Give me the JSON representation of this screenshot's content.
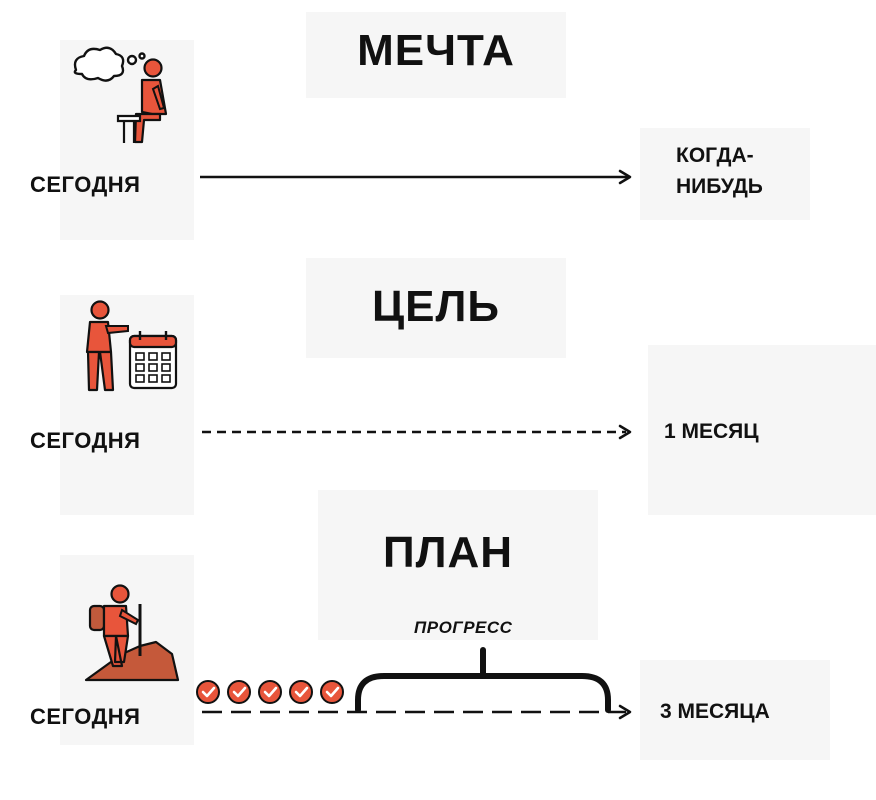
{
  "colors": {
    "accent": "#e8553b",
    "ink": "#111111"
  },
  "rows": [
    {
      "title": "МЕЧТА",
      "start": "СЕГОДНЯ",
      "end_lines": [
        "КОГДА-",
        "НИБУДЬ"
      ],
      "icon": "dreaming-person-icon",
      "line": "solid"
    },
    {
      "title": "ЦЕЛЬ",
      "start": "СЕГОДНЯ",
      "end_lines": [
        "1 МЕСЯЦ"
      ],
      "icon": "person-calendar-icon",
      "line": "dashed"
    },
    {
      "title": "ПЛАН",
      "start": "СЕГОДНЯ",
      "end_lines": [
        "3 МЕСЯЦА"
      ],
      "icon": "hiker-icon",
      "line": "dashed",
      "bracket_label": "ПРОГРЕСС",
      "completed_checkpoints": 5
    }
  ]
}
